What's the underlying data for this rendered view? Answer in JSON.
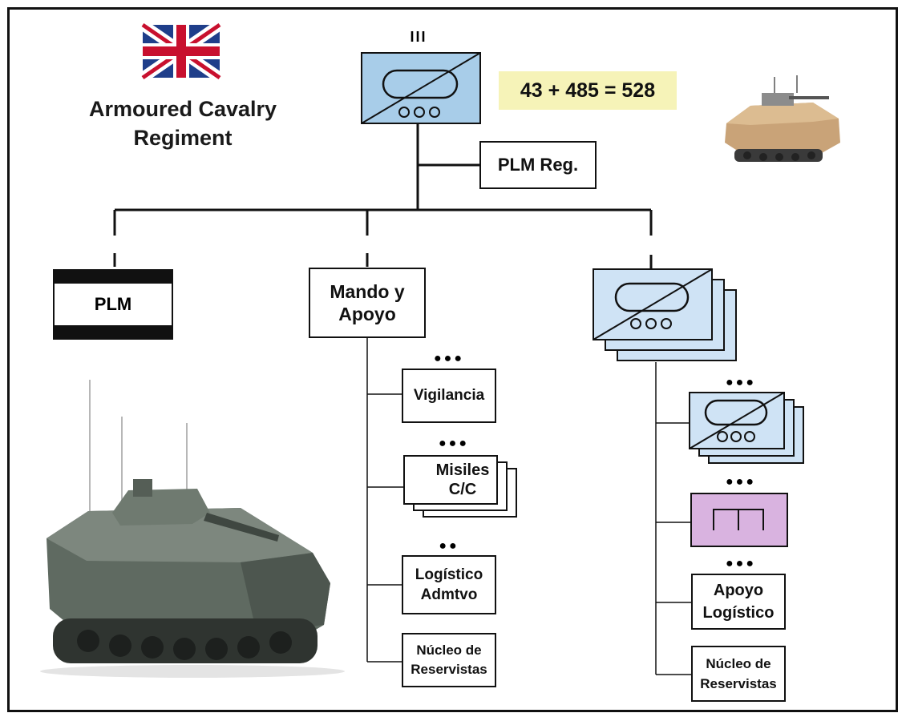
{
  "header": {
    "title_line1": "Armoured Cavalry",
    "title_line2": "Regiment",
    "formula": "43 + 485 = 528",
    "echelon_regiment": "III"
  },
  "nodes": {
    "plm_reg": "PLM Reg.",
    "plm": "PLM",
    "mando_line1": "Mando y",
    "mando_line2": "Apoyo",
    "vigilancia": "Vigilancia",
    "misiles_line1": "Misiles",
    "misiles_line2": "C/C",
    "logistico_line1": "Logístico",
    "logistico_line2": "Admtvo",
    "nucleo_line1": "Núcleo de",
    "nucleo_line2": "Reservistas",
    "apoyo_log_line1": "Apoyo",
    "apoyo_log_line2": "Logístico",
    "nucleo2_line1": "Núcleo de",
    "nucleo2_line2": "Reservistas"
  },
  "echelons": {
    "vigilancia": "●●●",
    "misiles": "●●●",
    "logistico": "●●",
    "sq_platoon": "●●●",
    "engineer": "●●●",
    "apoyo_log": "●●●"
  },
  "colors": {
    "cavalry_blue": "#a8cde9",
    "light_blue": "#cfe3f5",
    "engineer_purple": "#d9b3e0",
    "formula_bg": "#f6f3b8"
  },
  "icons": [
    "uk-flag-icon",
    "armoured-cavalry-symbol",
    "vehicle-photo-small",
    "vehicle-photo-large"
  ]
}
